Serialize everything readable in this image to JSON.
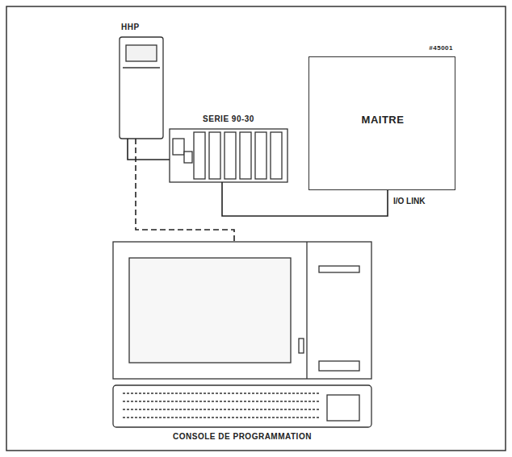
{
  "diagram": {
    "nodes": [
      {
        "text": [
          "HHP"
        ]
      },
      {
        "text": [
          "SERIE 90-30"
        ]
      },
      {
        "text": [
          "MAITRE",
          "#45001"
        ]
      },
      {
        "text": [
          "CONSOLE DE PROGRAMMATION"
        ]
      }
    ],
    "edges": [
      {
        "from": 0,
        "to": 1,
        "arrow": "none"
      },
      {
        "from": 0,
        "to": 3,
        "arrow": "none"
      },
      {
        "from": 1,
        "to": 2,
        "label": "I/O LINK",
        "arrow": "none"
      }
    ]
  }
}
